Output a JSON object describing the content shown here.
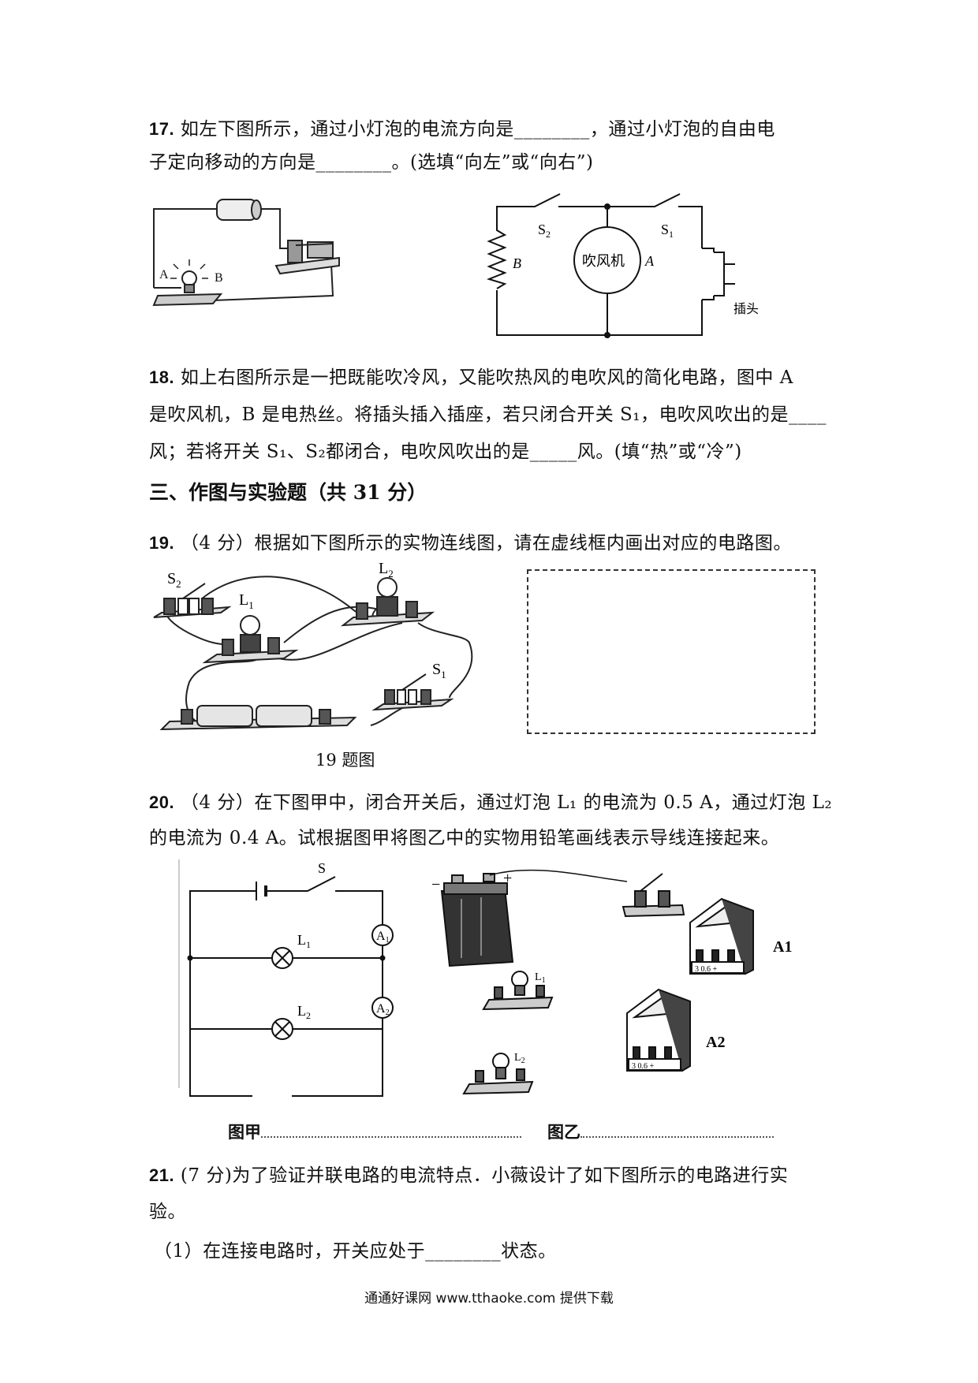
{
  "q17": {
    "num": "17.",
    "line1": "如左下图所示，通过小灯泡的电流方向是________，通过小灯泡的自由电",
    "line2": "子定向移动的方向是________。(选填“向左”或“向右”)"
  },
  "fig17": {
    "label_a": "A",
    "label_b": "B"
  },
  "fig18": {
    "s2": "S",
    "s2_sub": "2",
    "s1": "S",
    "s1_sub": "1",
    "b": "B",
    "a": "A",
    "fan": "吹风机",
    "plug": "插头"
  },
  "q18": {
    "num": "18.",
    "line1": "如上右图所示是一把既能吹冷风，又能吹热风的电吹风的简化电路，图中 A",
    "line2": "是吹风机，B 是电热丝。将插头插入插座，若只闭合开关 S₁，电吹风吹出的是____",
    "line3": "风；若将开关 S₁、S₂都闭合，电吹风吹出的是_____风。(填“热”或“冷”)"
  },
  "section3": {
    "title": "三、作图与实验题（共 31 分）"
  },
  "q19": {
    "num": "19.",
    "text": "（4 分）根据如下图所示的实物连线图，请在虚线框内画出对应的电路图。",
    "caption": "19 题图",
    "s2": "S",
    "s2_sub": "2",
    "l1": "L",
    "l1_sub": "1",
    "l2": "L",
    "l2_sub": "2",
    "s1": "S",
    "s1_sub": "1"
  },
  "q20": {
    "num": "20.",
    "line1": "（4 分）在下图甲中，闭合开关后，通过灯泡 L₁ 的电流为 0.5 A，通过灯泡 L₂",
    "line2": "的电流为 0.4 A。试根据图甲将图乙中的实物用铅笔画线表示导线连接起来。"
  },
  "fig20a": {
    "s": "S",
    "l1": "L",
    "l1_sub": "1",
    "l2": "L",
    "l2_sub": "2",
    "a1": "A",
    "a1_sub": "1",
    "a2": "A",
    "a2_sub": "2",
    "caption": "图甲"
  },
  "fig20b": {
    "minus": "−",
    "plus": "+",
    "l1": "L",
    "l1_sub": "1",
    "l2": "L",
    "l2_sub": "2",
    "a1": "A1",
    "a2": "A2",
    "scale": "3  0.6  +",
    "caption": "图乙"
  },
  "q21": {
    "num": "21.",
    "line1": "(7 分)为了验证并联电路的电流特点．小薇设计了如下图所示的电路进行实",
    "line2": "验。",
    "part1": "（1）在连接电路时，开关应处于________状态。"
  },
  "footer": {
    "text": "通通好课网  www.tthaoke.com  提供下载"
  }
}
